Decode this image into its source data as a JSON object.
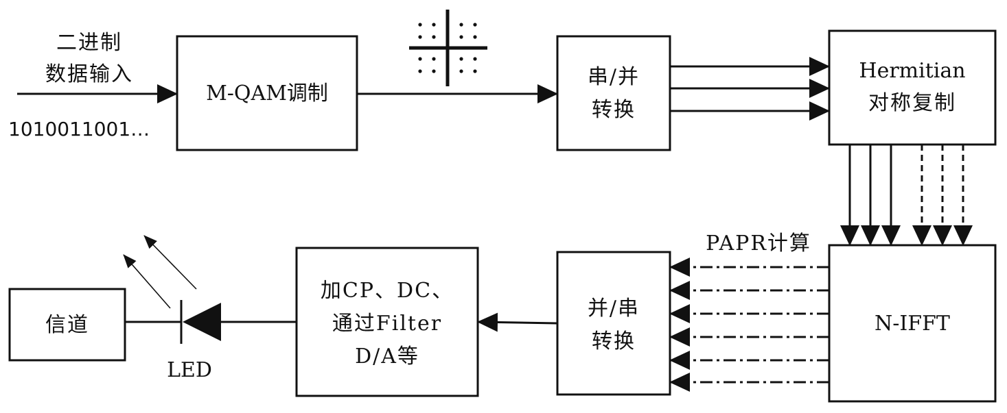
{
  "input": {
    "label_line1": "二进制",
    "label_line2": "数据输入",
    "bits": "1010011001…"
  },
  "blocks": {
    "qam": "M-QAM调制",
    "sp_line1": "串/并",
    "sp_line2": "转换",
    "herm_line1": "Hermitian",
    "herm_line2": "对称复制",
    "ifft": "N-IFFT",
    "ps_line1": "并/串",
    "ps_line2": "转换",
    "cp_line1": "加CP、DC、",
    "cp_line2": "通过Filter",
    "cp_line3": "D/A等",
    "channel": "信道"
  },
  "papr_label": "PAPR计算",
  "led_label": "LED"
}
